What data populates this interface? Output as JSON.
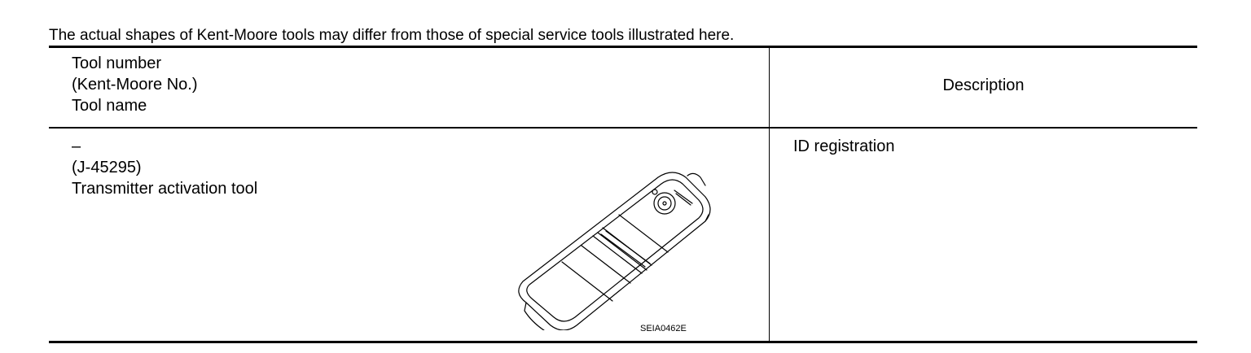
{
  "note": "The actual shapes of Kent-Moore tools may differ from those of special service tools illustrated here.",
  "table": {
    "header": {
      "left_lines": [
        "Tool number",
        "(Kent-Moore No.)",
        "Tool name"
      ],
      "right": "Description"
    },
    "rows": [
      {
        "tool_number": "–",
        "kent_moore_no": "(J-45295)",
        "tool_name": "Transmitter activation tool",
        "figure_code": "SEIA0462E",
        "description": "ID registration"
      }
    ]
  },
  "illustration": {
    "icon": "transmitter-activation-tool-icon"
  }
}
